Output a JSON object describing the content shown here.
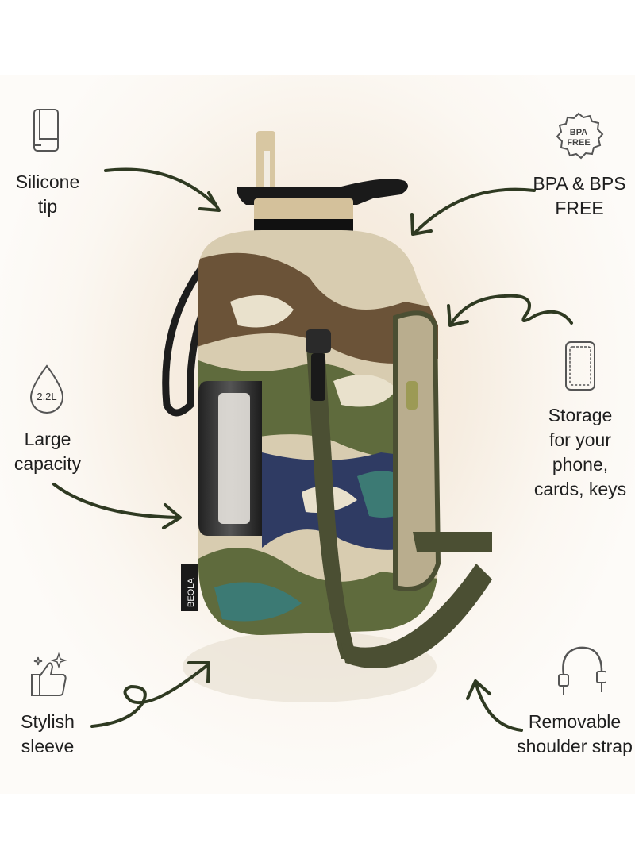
{
  "features": {
    "silicone_tip": [
      "Silicone",
      "tip"
    ],
    "bpa_free": [
      "BPA & BPS",
      "FREE"
    ],
    "bpa_badge": [
      "BPA",
      "FREE"
    ],
    "capacity_badge": "2.2L",
    "large_capacity": [
      "Large",
      "capacity"
    ],
    "storage": [
      "Storage",
      "for your",
      "phone,",
      "cards, keys"
    ],
    "stylish_sleeve": [
      "Stylish",
      "sleeve"
    ],
    "removable_strap": [
      "Removable",
      "shoulder strap"
    ]
  },
  "product": {
    "brand_text": "BEOLA"
  },
  "colors": {
    "background": "#f6ede1",
    "text": "#1f1f1f",
    "arrow": "#2f3a22",
    "strap": "#4b4f33",
    "camo_sand": "#d8ccb0",
    "camo_olive": "#5f6b3d",
    "camo_brown": "#6b5338",
    "camo_navy": "#2f3b63",
    "camo_teal": "#3c7a74"
  }
}
